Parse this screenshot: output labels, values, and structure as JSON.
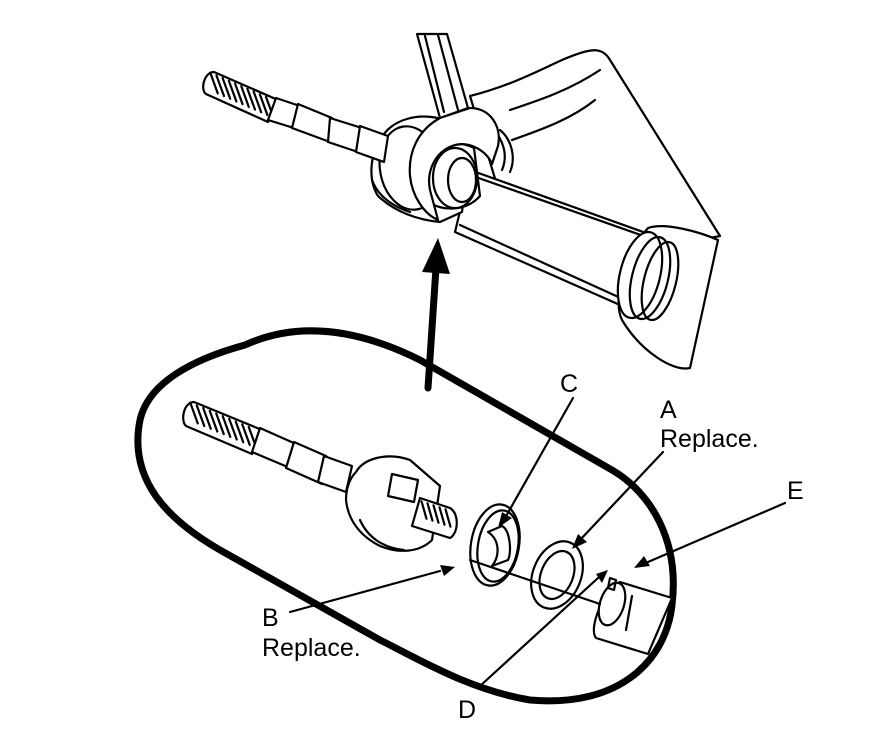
{
  "labels": {
    "a": "A",
    "a_note": "Replace.",
    "b": "B",
    "b_note": "Replace.",
    "c": "C",
    "d": "D",
    "e": "E"
  }
}
